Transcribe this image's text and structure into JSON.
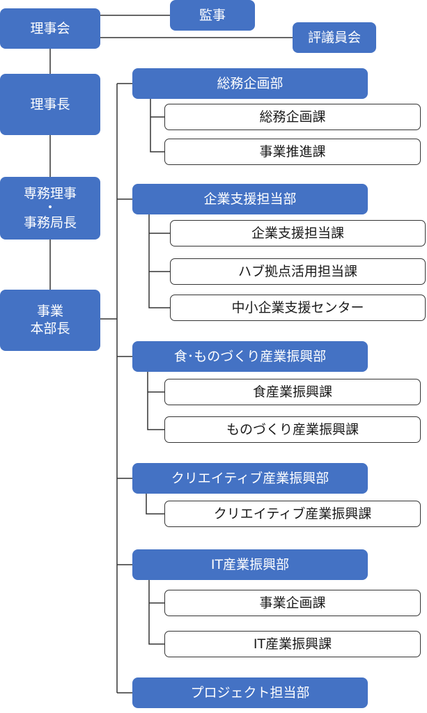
{
  "left_column": {
    "board": "理事会",
    "chair": "理事長",
    "managing_director_line1": "専務理事",
    "managing_director_dot": "・",
    "managing_director_line2": "事務局長",
    "business_head_line1": "事業",
    "business_head_line2": "本部長"
  },
  "top_right": {
    "auditor": "監事",
    "councillors": "評議員会"
  },
  "departments": [
    {
      "name": "総務企画部",
      "sections": [
        "総務企画課",
        "事業推進課"
      ]
    },
    {
      "name": "企業支援担当部",
      "sections": [
        "企業支援担当課",
        "ハブ拠点活用担当課",
        "中小企業支援センター"
      ]
    },
    {
      "name": "食･ものづくり産業振興部",
      "sections": [
        "食産業振興課",
        "ものづくり産業振興課"
      ]
    },
    {
      "name": "クリエイティブ産業振興部",
      "sections": [
        "クリエイティブ産業振興課"
      ]
    },
    {
      "name": "IT産業振興部",
      "sections": [
        "事業企画課",
        "IT産業振興課"
      ]
    },
    {
      "name": "プロジェクト担当部",
      "sections": []
    }
  ],
  "colors": {
    "box_fill": "#4472c4",
    "box_text": "#ffffff",
    "line": "#333333"
  }
}
